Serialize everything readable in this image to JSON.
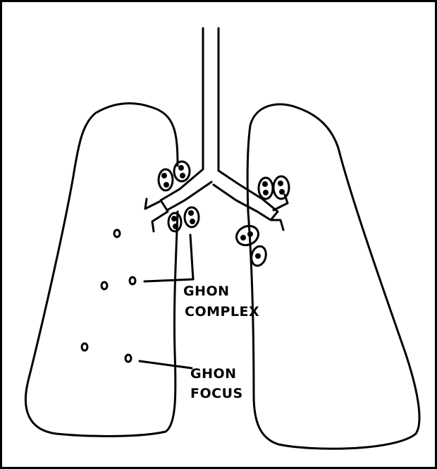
{
  "labels": {
    "ghon_complex": [
      "GHON",
      "COMPLEX"
    ],
    "ghon_focus": [
      "GHON",
      "FOCUS"
    ]
  },
  "colors": {
    "ink": "#000000",
    "background": "#ffffff"
  }
}
